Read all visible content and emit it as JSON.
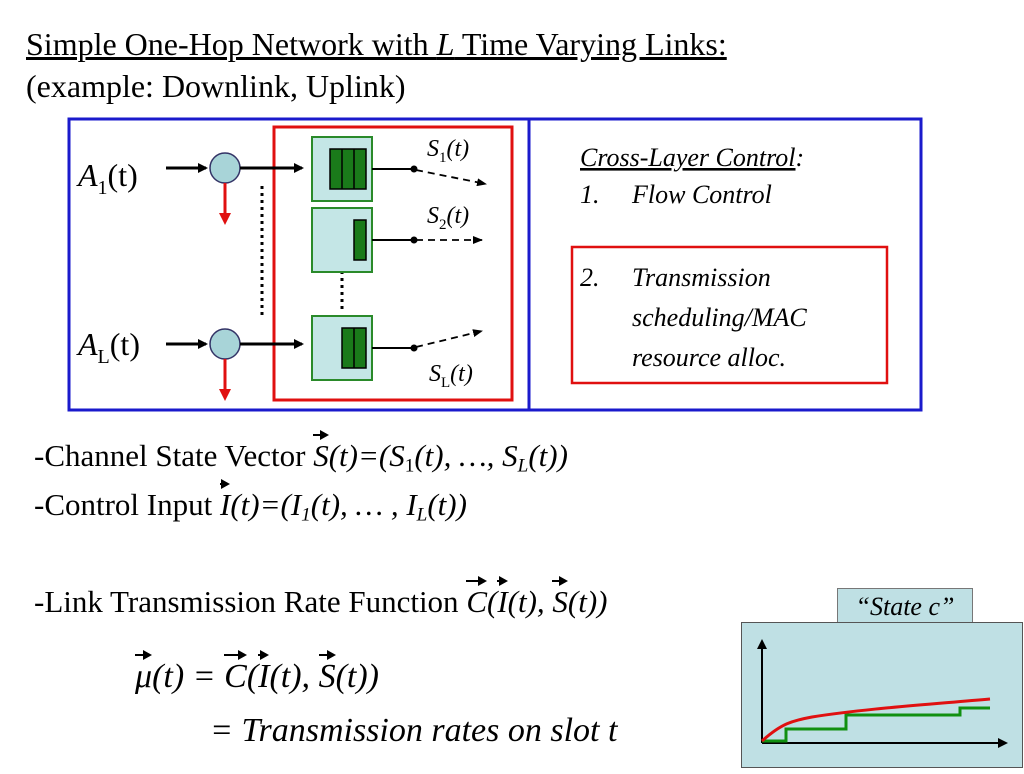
{
  "title": {
    "main_prefix": "Simple One-Hop Network with ",
    "main_var": "L",
    "main_suffix": " Time Varying Links:",
    "subtitle": "(example: Downlink, Uplink)"
  },
  "diagram": {
    "arrivals": [
      {
        "sym": "A",
        "sub": "1",
        "arg": "(t)"
      },
      {
        "sym": "A",
        "sub": "L",
        "arg": "(t)"
      }
    ],
    "channels": [
      {
        "sym": "S",
        "sub": "1",
        "arg": "(t)"
      },
      {
        "sym": "S",
        "sub": "2",
        "arg": "(t)"
      },
      {
        "sym": "S",
        "sub": "L",
        "arg": "(t)"
      }
    ],
    "cross_layer": {
      "heading": "Cross-Layer Control",
      "heading_colon": ":",
      "items": [
        {
          "num": "1.",
          "text": "Flow Control"
        },
        {
          "num": "2.",
          "text_lines": [
            "Transmission",
            "scheduling/MAC",
            "resource alloc."
          ]
        }
      ]
    },
    "colors": {
      "outer_border": "#1a1acc",
      "red_box": "#e01010",
      "queue_fill": "#c4e6e6",
      "queue_border": "#2a8a2a",
      "bar_fill": "#1a7a1a",
      "node_fill": "#a8d4d8",
      "red_arrow": "#e01010"
    }
  },
  "text": {
    "channel_state": {
      "prefix": "-Channel State Vector ",
      "vec": "S",
      "body": "(t)=(S",
      "s1": "1",
      "mid": "(t), …, S",
      "sL": "L",
      "end": "(t))"
    },
    "control_input": {
      "prefix": "-Control Input ",
      "vec": "I",
      "body": "(t)=(I",
      "s1": "1",
      "mid": "(t), … , I",
      "sL": "L",
      "end": "(t))"
    },
    "rate_function": {
      "prefix": "-Link Transmission Rate Function ",
      "c": "C",
      "open": "(",
      "i": "I",
      "mid": "(t), ",
      "s": "S",
      "end": "(t))"
    },
    "mu_equation": {
      "mu": "μ",
      "lhs": "(t) = ",
      "c": "C",
      "open": "(",
      "i": "I",
      "mid": "(t), ",
      "s": "S",
      "end": "(t))"
    },
    "transmission_rates": "= Transmission rates on slot t"
  },
  "state_label": "“State c”",
  "curve_colors": {
    "curve": "#e01010",
    "step": "#109010",
    "axes": "#000000"
  }
}
